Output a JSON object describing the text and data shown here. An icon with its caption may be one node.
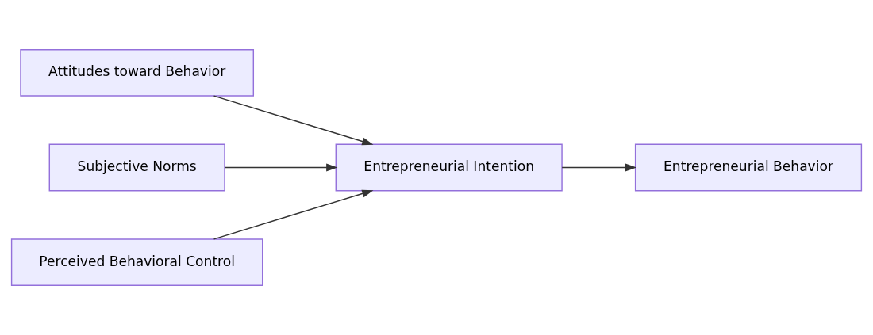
{
  "diagram": {
    "nodes": [
      {
        "text": [
          "Attitudes toward Behavior"
        ]
      },
      {
        "text": [
          "Subjective Norms"
        ]
      },
      {
        "text": [
          "Perceived Behavioral Control"
        ]
      },
      {
        "text": [
          "Entrepreneurial Intention"
        ]
      },
      {
        "text": [
          "Entrepreneurial Behavior"
        ]
      }
    ],
    "edges": [
      {
        "from": 0,
        "to": 3,
        "arrow": "to"
      },
      {
        "from": 1,
        "to": 3,
        "arrow": "to"
      },
      {
        "from": 2,
        "to": 3,
        "arrow": "to"
      },
      {
        "from": 3,
        "to": 4,
        "arrow": "to"
      }
    ]
  }
}
